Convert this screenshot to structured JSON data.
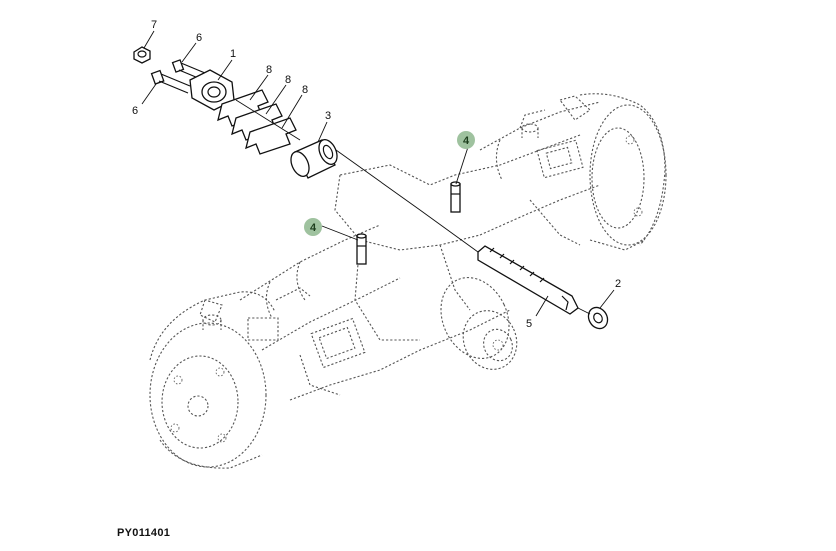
{
  "figure_id": "PY011401",
  "callouts": [
    {
      "label": "7"
    },
    {
      "label": "6"
    },
    {
      "label": "1"
    },
    {
      "label": "6"
    },
    {
      "label": "8"
    },
    {
      "label": "8"
    },
    {
      "label": "8"
    },
    {
      "label": "3"
    },
    {
      "label": "4",
      "highlighted": true
    },
    {
      "label": "4",
      "highlighted": true
    },
    {
      "label": "2"
    },
    {
      "label": "5"
    }
  ],
  "colors": {
    "highlight": "#9fc29f",
    "line": "#111111",
    "phantom_line": "#555555"
  }
}
